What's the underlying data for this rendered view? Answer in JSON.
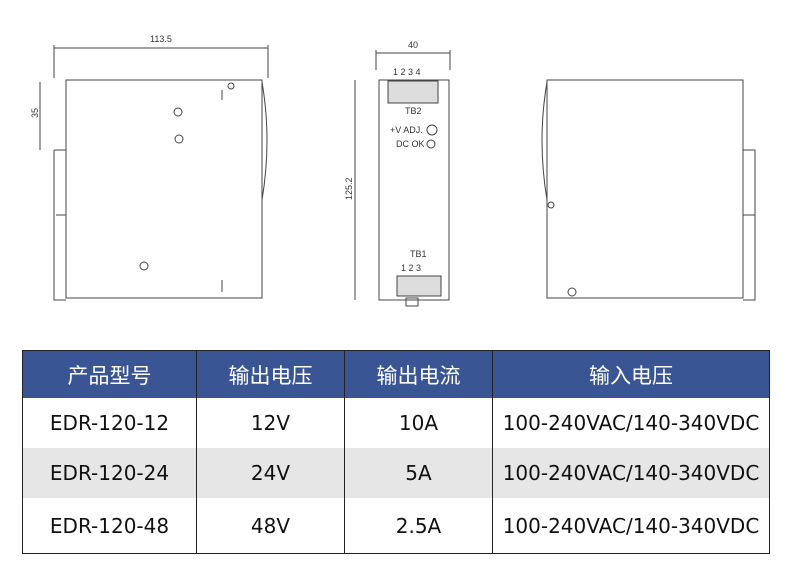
{
  "drawing": {
    "side_view": {
      "width_dim": "113.5",
      "height_dim": "35"
    },
    "front_view": {
      "width_dim": "40",
      "height_dim": "125.2",
      "tb2_pins": "1 2 3 4",
      "tb2_label": "TB2",
      "vadj_label": "+V ADJ.",
      "dcok_label": "DC OK",
      "tb1_label": "TB1",
      "tb1_pins": "1 2 3"
    }
  },
  "table": {
    "headers": [
      "产品型号",
      "输出电压",
      "输出电流",
      "输入电压"
    ],
    "rows": [
      [
        "EDR-120-12",
        "12V",
        "10A",
        "100-240VAC/140-340VDC"
      ],
      [
        "EDR-120-24",
        "24V",
        "5A",
        "100-240VAC/140-340VDC"
      ],
      [
        "EDR-120-48",
        "48V",
        "2.5A",
        "100-240VAC/140-340VDC"
      ]
    ],
    "header_color": "#3a5594"
  }
}
